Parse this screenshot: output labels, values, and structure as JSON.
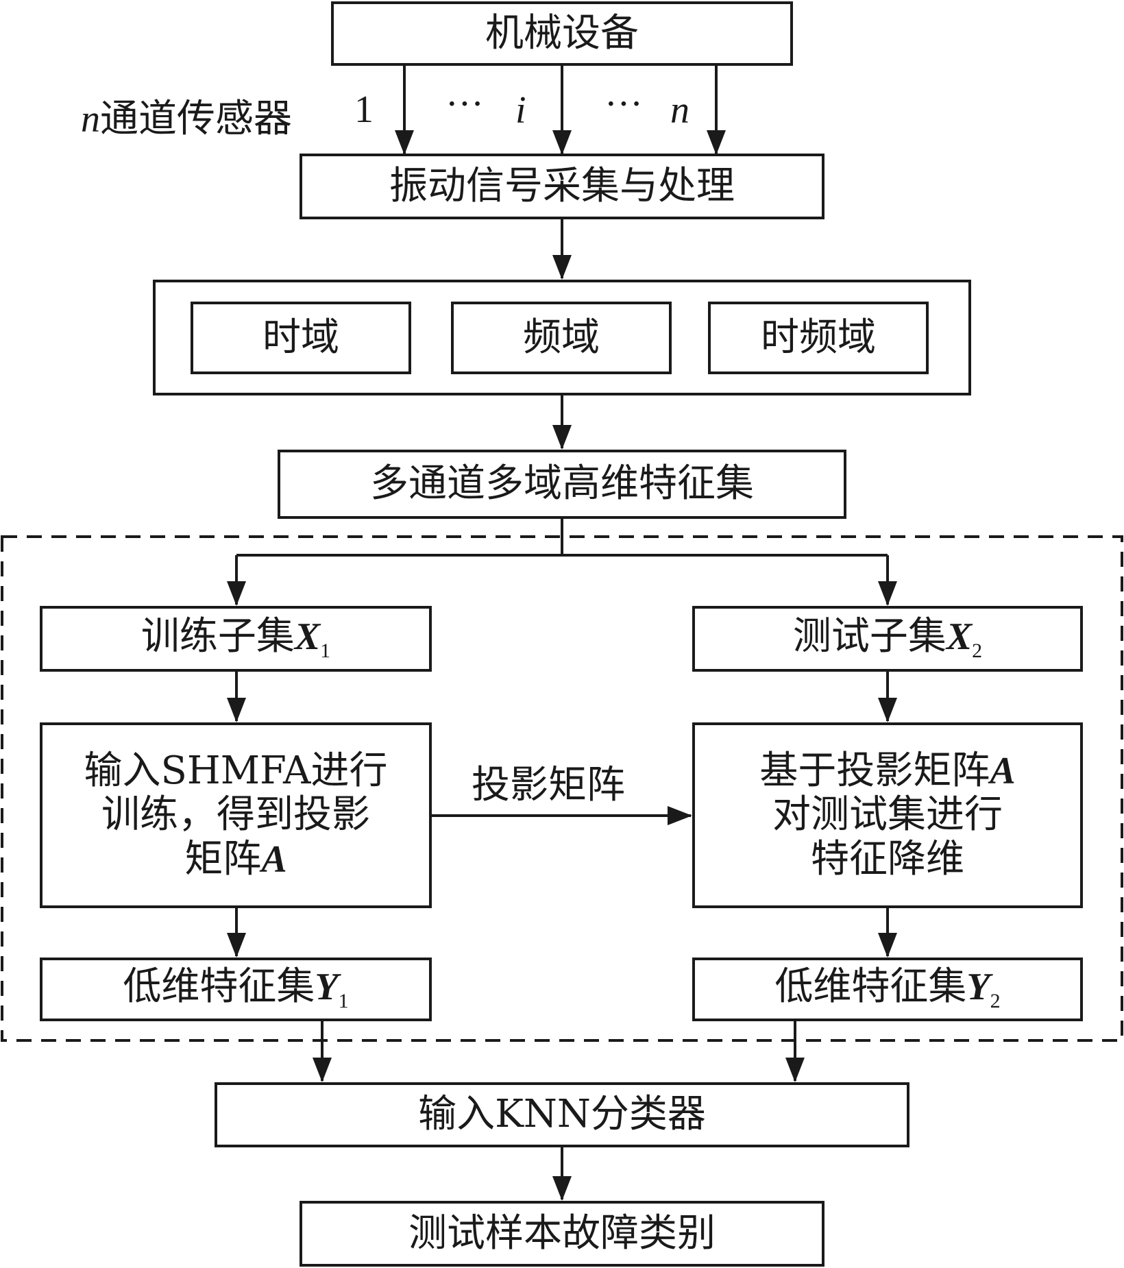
{
  "nodes": {
    "device": "机械设备",
    "sensor_label": "通道传感器",
    "sensor_n": "n",
    "ch1": "1",
    "ellipsis": "···",
    "ch_i": "i",
    "ch_n": "n",
    "acquire": "振动信号采集与处理",
    "time": "时域",
    "freq": "频域",
    "timefreq": "时频域",
    "highdim": "多通道多域高维特征集",
    "train_subset": "训练子集",
    "train_var": "X",
    "train_sub": "1",
    "test_subset": "测试子集",
    "test_var": "X",
    "test_sub": "2",
    "train_line1": "输入SHMFA进行",
    "train_line2": "训练，得到投影",
    "train_line3": "矩阵",
    "train_A": "A",
    "proj_label": "投影矩阵",
    "test_line1": "基于投影矩阵",
    "test_A": "A",
    "test_line2": "对测试集进行",
    "test_line3": "特征降维",
    "low1": "低维特征集",
    "low1_var": "Y",
    "low1_sub": "1",
    "low2": "低维特征集",
    "low2_var": "Y",
    "low2_sub": "2",
    "knn": "输入KNN分类器",
    "result": "测试样本故障类别"
  }
}
